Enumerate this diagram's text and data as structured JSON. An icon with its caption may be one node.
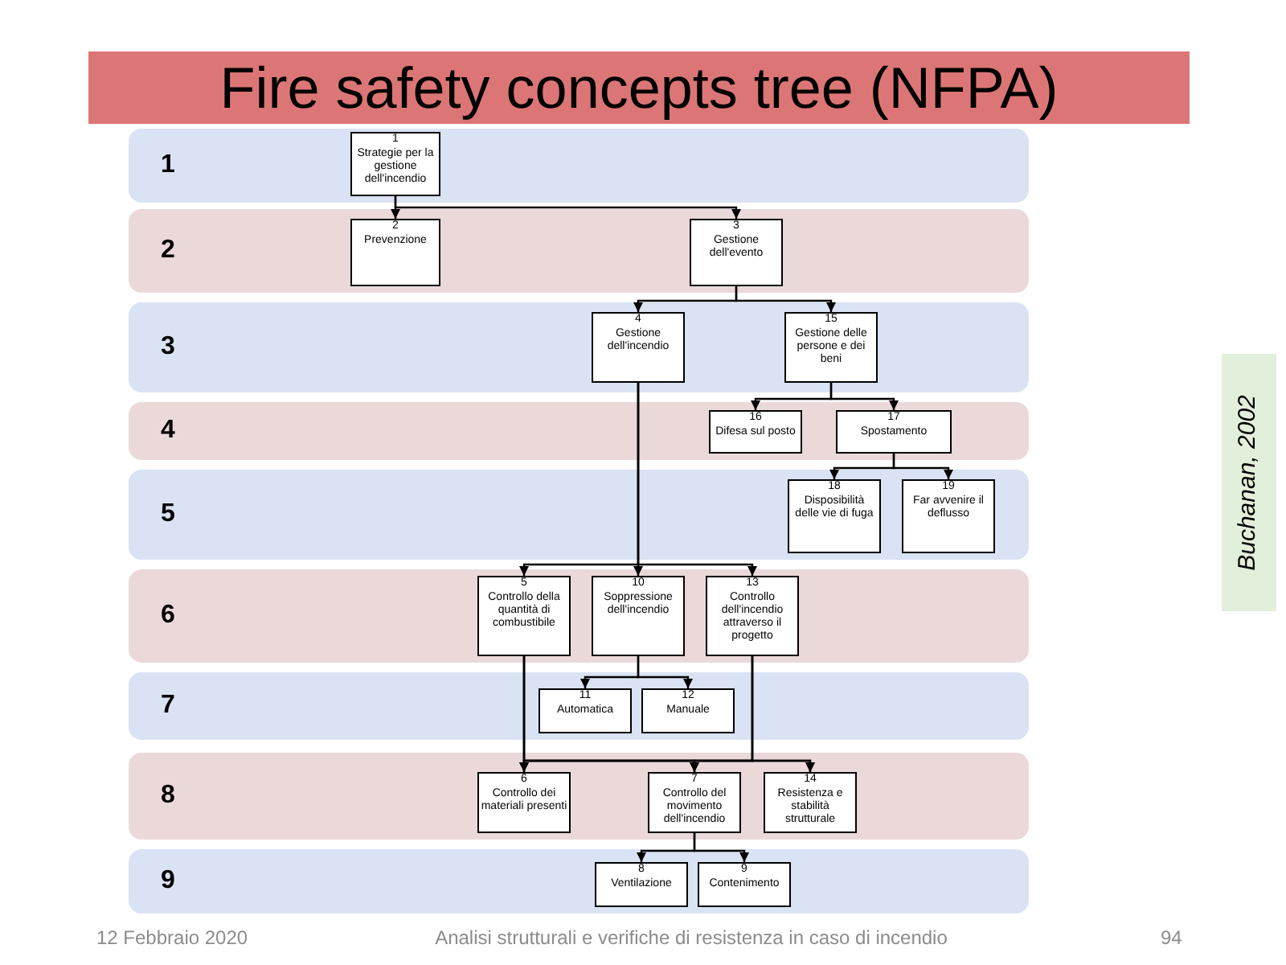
{
  "diagram": {
    "title": "Fire safety concepts tree (NFPA)",
    "nodes": [
      {
        "text": [
          "1"
        ]
      },
      {
        "text": [
          "1",
          "Strategie per la gestione dell'incendio"
        ],
        "in": 0
      },
      {
        "text": [
          "2"
        ]
      },
      {
        "text": [
          "2",
          "Prevenzione"
        ],
        "in": 2
      },
      {
        "text": [
          "3",
          "Gestione dell'evento"
        ],
        "in": 2
      },
      {
        "text": [
          "3"
        ]
      },
      {
        "text": [
          "4",
          "Gestione dell'incendio"
        ],
        "in": 5
      },
      {
        "text": [
          "15",
          "Gestione delle persone e dei beni"
        ],
        "in": 5
      },
      {
        "text": [
          "4"
        ]
      },
      {
        "text": [
          "16",
          "Difesa sul posto"
        ],
        "in": 8
      },
      {
        "text": [
          "17",
          "Spostamento"
        ],
        "in": 8
      },
      {
        "text": [
          "5"
        ]
      },
      {
        "text": [
          "18",
          "Disposibilità delle vie di fuga"
        ],
        "in": 11
      },
      {
        "text": [
          "19",
          "Far avvenire il deflusso"
        ],
        "in": 11
      },
      {
        "text": [
          "6"
        ]
      },
      {
        "text": [
          "5",
          "Controllo della quantità di combustibile"
        ],
        "in": 14
      },
      {
        "text": [
          "10",
          "Soppressione dell'incendio"
        ],
        "in": 14
      },
      {
        "text": [
          "13",
          "Controllo dell'incendio attraverso il progetto"
        ],
        "in": 14
      },
      {
        "text": [
          "7"
        ]
      },
      {
        "text": [
          "11",
          "Automatica"
        ],
        "in": 18
      },
      {
        "text": [
          "12",
          "Manuale"
        ],
        "in": 18
      },
      {
        "text": [
          "8"
        ]
      },
      {
        "text": [
          "6",
          "Controllo dei materiali presenti"
        ],
        "in": 21
      },
      {
        "text": [
          "7",
          "Controllo del movimento dell'incendio"
        ],
        "in": 21
      },
      {
        "text": [
          "14",
          "Resistenza e stabilità strutturale"
        ],
        "in": 21
      },
      {
        "text": [
          "9"
        ]
      },
      {
        "text": [
          "8",
          "Ventilazione"
        ],
        "in": 25
      },
      {
        "text": [
          "9",
          "Contenimento"
        ],
        "in": 25
      }
    ],
    "edges": [
      {
        "from": 1,
        "to": 3,
        "arrow": "to"
      },
      {
        "from": 1,
        "to": 4,
        "arrow": "to"
      },
      {
        "from": 4,
        "to": 6,
        "arrow": "to"
      },
      {
        "from": 4,
        "to": 7,
        "arrow": "to"
      },
      {
        "from": 7,
        "to": 9,
        "arrow": "to"
      },
      {
        "from": 7,
        "to": 10,
        "arrow": "to"
      },
      {
        "from": 10,
        "to": 12,
        "arrow": "to"
      },
      {
        "from": 10,
        "to": 13,
        "arrow": "to"
      },
      {
        "from": 6,
        "to": 15,
        "arrow": "to"
      },
      {
        "from": 6,
        "to": 16,
        "arrow": "to"
      },
      {
        "from": 6,
        "to": 17,
        "arrow": "to"
      },
      {
        "from": 16,
        "to": 19,
        "arrow": "to"
      },
      {
        "from": 16,
        "to": 20,
        "arrow": "to"
      },
      {
        "from": 15,
        "to": 22,
        "arrow": "to"
      },
      {
        "from": 15,
        "to": 23,
        "arrow": "to"
      },
      {
        "from": 15,
        "to": 24,
        "arrow": "to"
      },
      {
        "from": 17,
        "to": 22,
        "arrow": "to"
      },
      {
        "from": 17,
        "to": 23,
        "arrow": "to"
      },
      {
        "from": 17,
        "to": 24,
        "arrow": "to"
      },
      {
        "from": 23,
        "to": 26,
        "arrow": "to"
      },
      {
        "from": 23,
        "to": 27,
        "arrow": "to"
      }
    ],
    "labels": [
      "Buchanan, 2002",
      "12 Febbraio 2020",
      "Analisi strutturali e verifiche di resistenza in caso di incendio",
      "94"
    ]
  }
}
